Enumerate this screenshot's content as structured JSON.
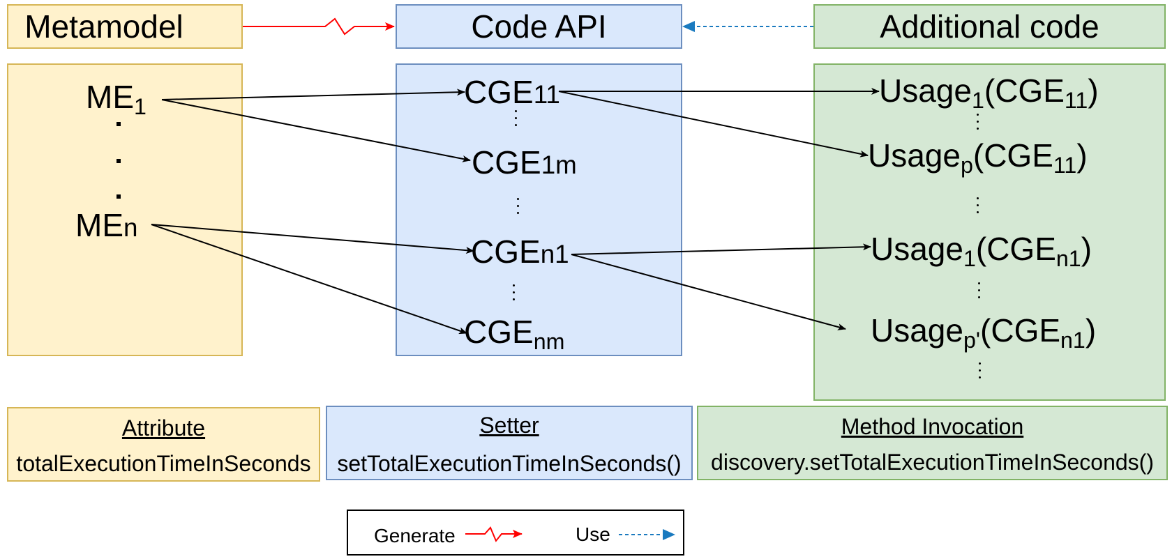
{
  "headers": {
    "metamodel": "Metamodel",
    "code_api": "Code API",
    "additional_code": "Additional code"
  },
  "metamodel_elements": {
    "me1_main": "ME",
    "me1_sub": "1",
    "men_main": "ME",
    "men_sub": "n"
  },
  "code_api_elements": {
    "cge11_main": "CGE",
    "cge11_sub": "11",
    "cge1m_main": "CGE",
    "cge1m_sub": "1m",
    "cgen1_main": "CGE",
    "cgen1_sub": "n1",
    "cgenm_main": "CGE",
    "cgenm_sub": "nm"
  },
  "usages": {
    "u1_main": "Usage",
    "u1_sub": "1",
    "u1_arg": "CGE",
    "u1_argsub": "11",
    "u2_main": "Usage",
    "u2_sub": "p",
    "u2_arg": "CGE",
    "u2_argsub": "11",
    "u3_main": "Usage",
    "u3_sub": "1",
    "u3_arg": "CGE",
    "u3_argsub": "n1",
    "u4_main": "Usage",
    "u4_sub": "p'",
    "u4_arg": "CGE",
    "u4_argsub": "n1"
  },
  "examples": {
    "attribute_title": "Attribute",
    "attribute_value": "totalExecutionTimeInSeconds",
    "setter_title": "Setter",
    "setter_value": "setTotalExecutionTimeInSeconds()",
    "method_title": "Method Invocation",
    "method_value": "discovery.setTotalExecutionTimeInSeconds()"
  },
  "legend": {
    "generate": "Generate",
    "use": "Use"
  },
  "colors": {
    "generate_arrow": "#ff0000",
    "use_arrow": "#1a7abf",
    "yellow_fill": "#fff2cc",
    "blue_fill": "#dae8fc",
    "green_fill": "#d5e8d4"
  }
}
